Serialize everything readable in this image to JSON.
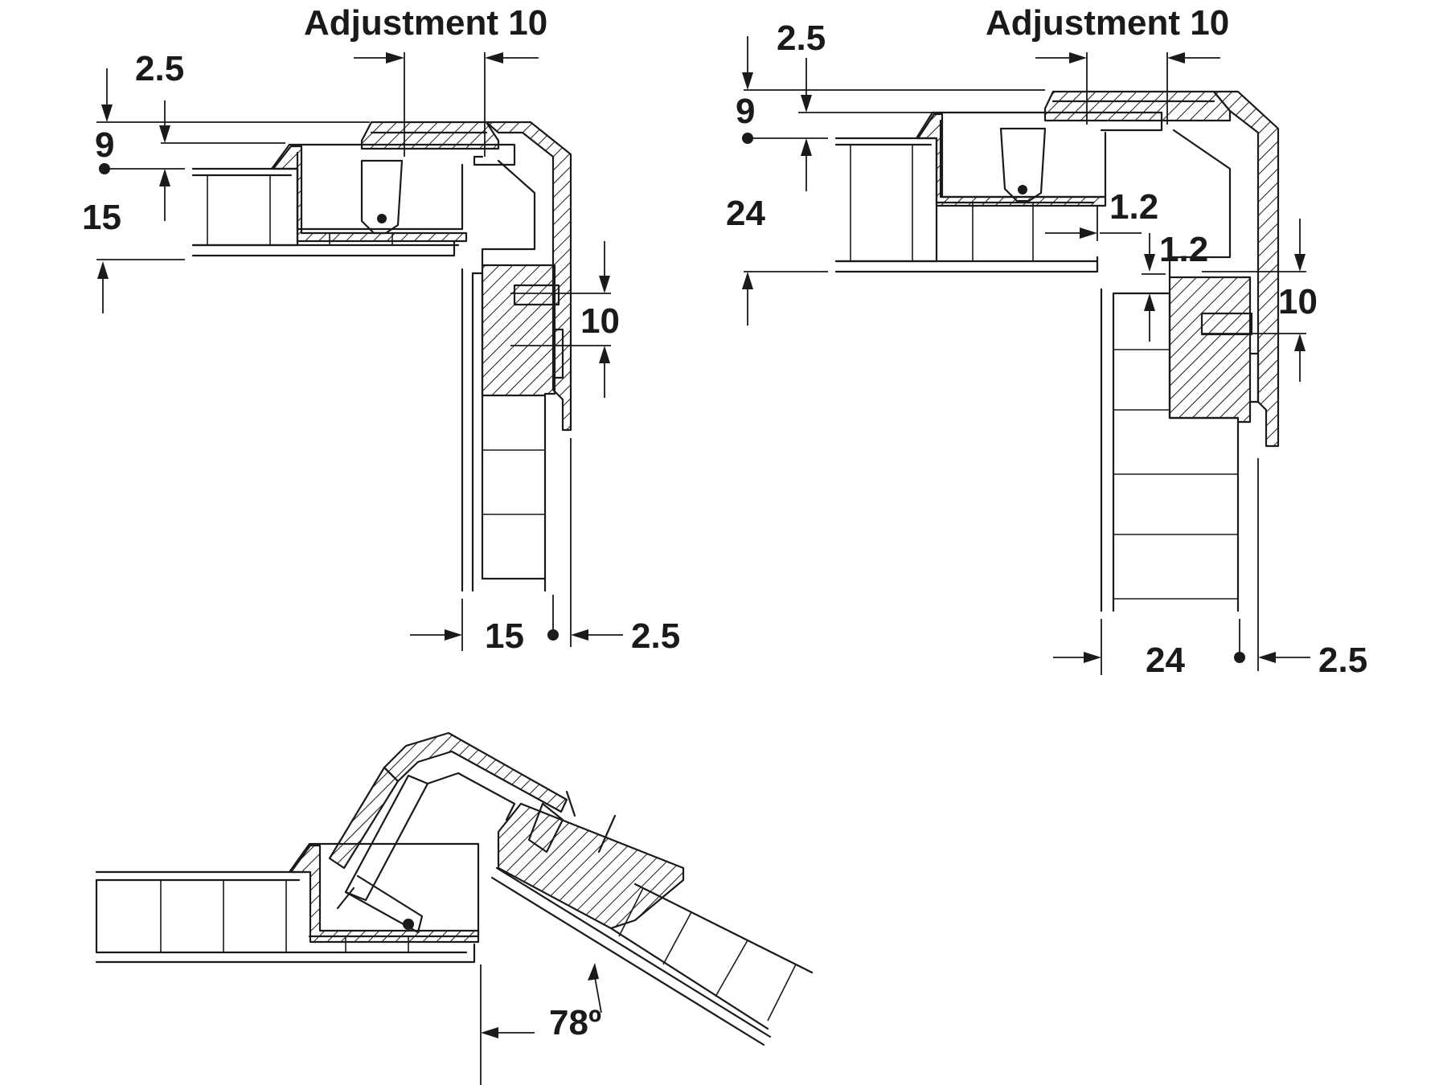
{
  "diagram": {
    "hinge_15": {
      "adjustment_label": "Adjustment 10",
      "offset_top": "2.5",
      "cup_depth": "9",
      "panel_thickness": "15",
      "pin_offset": "10",
      "door_thickness": "15",
      "overlay": "2.5"
    },
    "hinge_24": {
      "adjustment_label": "Adjustment 10",
      "offset_top": "2.5",
      "cup_depth": "9",
      "panel_thickness": "24",
      "gap_a": "1.2",
      "gap_b": "1.2",
      "pin_offset": "10",
      "door_thickness": "24",
      "overlay": "2.5"
    },
    "hinge_open": {
      "opening_angle": "78º"
    }
  },
  "colors": {
    "line": "#1a1a1a",
    "background": "#ffffff"
  }
}
